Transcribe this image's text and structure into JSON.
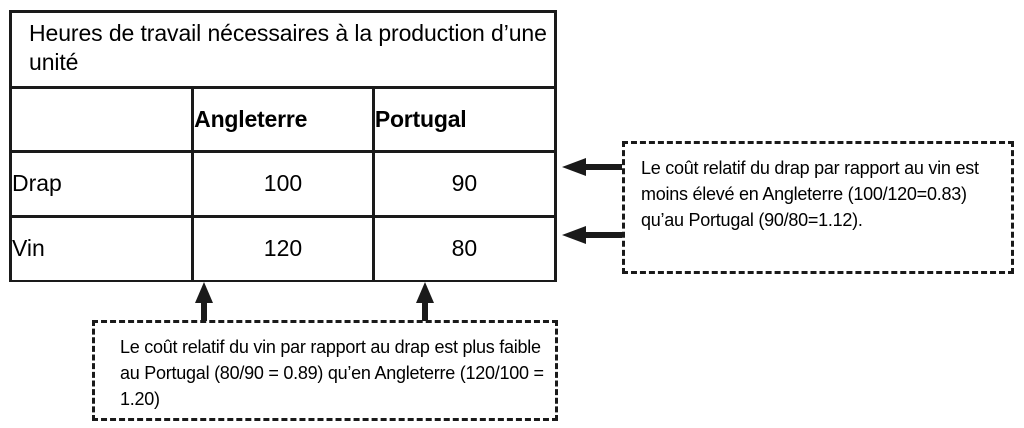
{
  "table": {
    "title": "Heures de travail nécessaires à la production d’une unité",
    "columns": [
      "",
      "Angleterre",
      "Portugal"
    ],
    "rows": [
      {
        "label": "Drap",
        "angleterre": "100",
        "portugal": "90"
      },
      {
        "label": "Vin",
        "angleterre": "120",
        "portugal": "80"
      }
    ]
  },
  "annotations": {
    "right": {
      "text": "Le coût relatif du drap par rapport au vin est moins élevé en Angleterre (100/120=0.83) qu’au Portugal (90/80=1.12)."
    },
    "bottom": {
      "text": "Le coût relatif du vin par rapport au drap est plus faible au Portugal (80/90 = 0.89) qu’en Angleterre (120/100 = 1.20)"
    }
  },
  "colors": {
    "stroke": "#1a1a1a",
    "background": "#ffffff"
  },
  "chart_data": {
    "type": "table",
    "title": "Heures de travail nécessaires à la production d’une unité",
    "categories": [
      "Drap",
      "Vin"
    ],
    "series": [
      {
        "name": "Angleterre",
        "values": [
          100,
          120
        ]
      },
      {
        "name": "Portugal",
        "values": [
          90,
          80
        ]
      }
    ],
    "annotations": [
      "Le coût relatif du drap par rapport au vin est moins élevé en Angleterre (100/120=0.83) qu’au Portugal (90/80=1.12).",
      "Le coût relatif du vin par rapport au drap est plus faible au Portugal (80/90 = 0.89) qu’en Angleterre (120/100 = 1.20)"
    ]
  }
}
